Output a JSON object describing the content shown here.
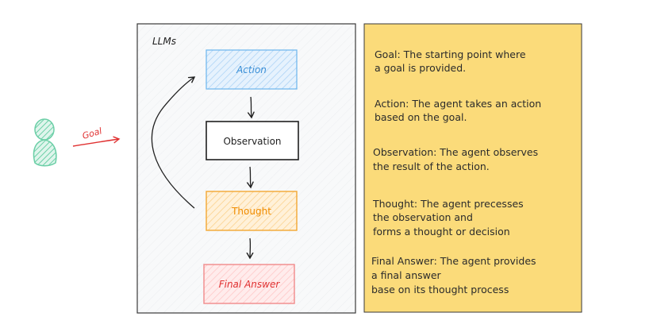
{
  "diagram": {
    "container_label": "LLMs",
    "input_arrow_label": "Goal",
    "steps": [
      {
        "label": "Action",
        "color": "#3b8fd6",
        "fill": "#cfe6fb"
      },
      {
        "label": "Observation",
        "color": "#1f1f1f",
        "fill": "#ffffff"
      },
      {
        "label": "Thought",
        "color": "#f08c00",
        "fill": "#fde3b5"
      },
      {
        "label": "Final Answer",
        "color": "#e03131",
        "fill": "#ffd8d8"
      }
    ],
    "user_icon_color": "#6ccfa7",
    "loop_arrow_color": "#1f1f1f",
    "goal_arrow_color": "#e03131"
  },
  "notes": {
    "background": "#fbdb7a",
    "items": [
      {
        "lines": [
          "Goal: The starting point where",
          "a goal is provided."
        ]
      },
      {
        "lines": [
          "Action: The agent takes an action",
          "based on the goal."
        ]
      },
      {
        "lines": [
          "Observation: The agent observes",
          "the result of the action."
        ]
      },
      {
        "lines": [
          "Thought: The agent precesses",
          "the observation and",
          "forms a thought or decision"
        ]
      },
      {
        "lines": [
          "Final Answer: The agent provides",
          "a final answer",
          "base on its thought process"
        ]
      }
    ]
  }
}
